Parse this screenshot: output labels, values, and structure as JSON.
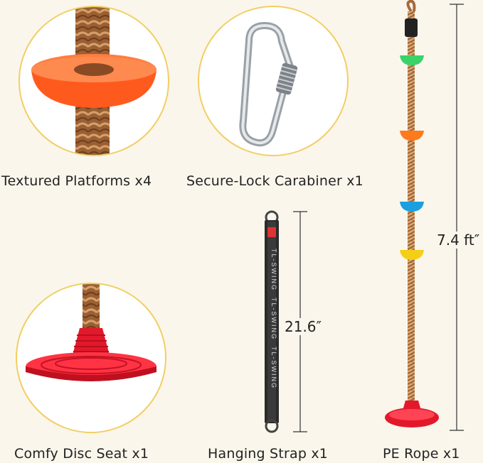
{
  "captions": {
    "platforms": "Textured Platforms x4",
    "carabiner": "Secure-Lock Carabiner x1",
    "seat": "Comfy Disc Seat x1",
    "strap": "Hanging Strap x1",
    "rope": "PE Rope x1"
  },
  "dimensions": {
    "strap_length": "21.6″",
    "rope_length": "7.4 ft″"
  },
  "strap_text": "TL-SWING",
  "colors": {
    "background": "#fbf6ec",
    "circle_border": "#f1cf63",
    "rope": "#a66a3a",
    "platform_orange": "#ff5a1e",
    "seat_red": "#e4182b",
    "green": "#39d36a",
    "blue": "#1b9fe0",
    "yellow": "#f4cf17"
  }
}
